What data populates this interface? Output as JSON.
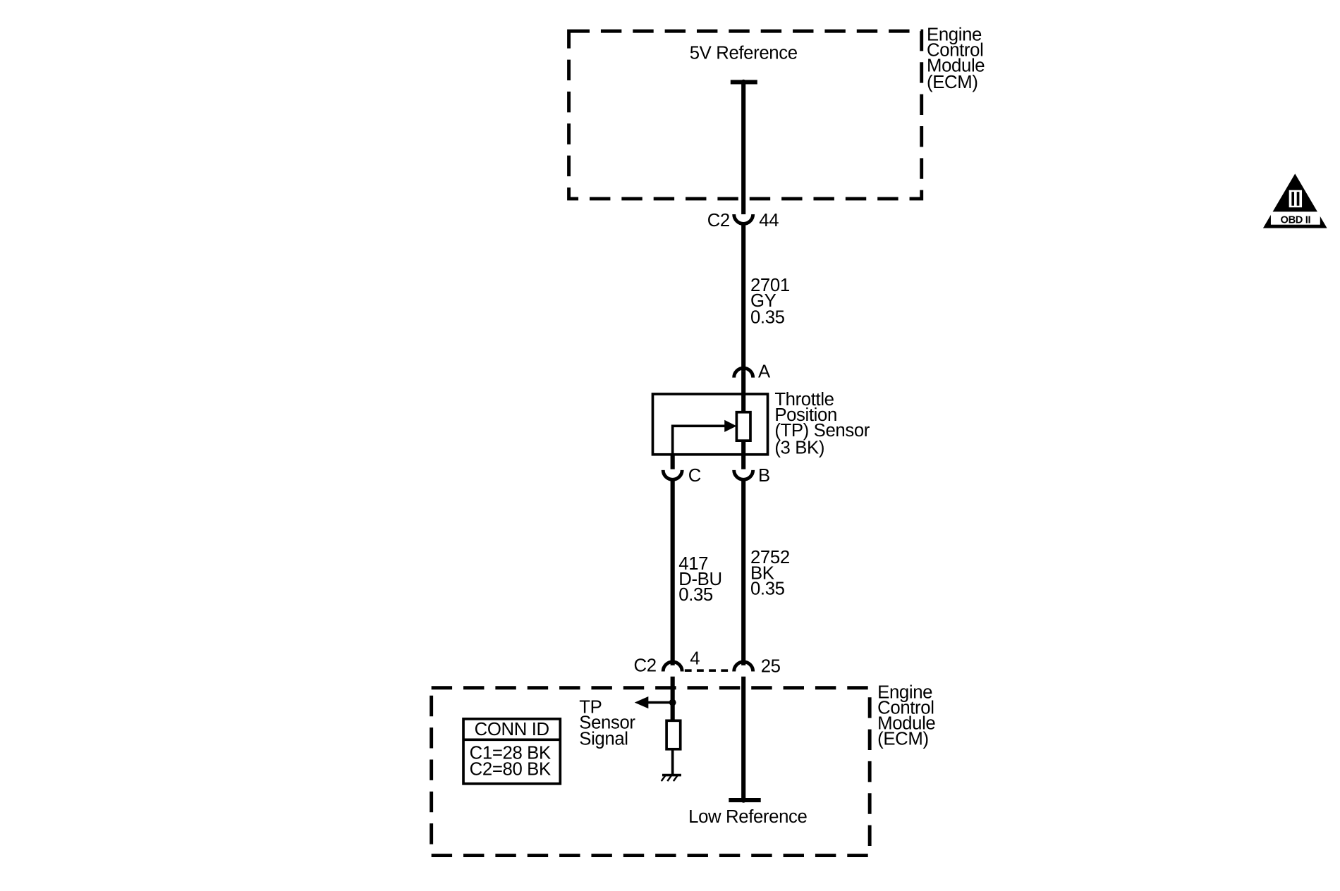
{
  "ecm_top": {
    "title_lines": [
      "Engine",
      "Control",
      "Module",
      "(ECM)"
    ],
    "circuit_label": "5V Reference"
  },
  "connector_c2_top": {
    "name": "C2",
    "pin": "44"
  },
  "wire_5v": {
    "circuit": "2701",
    "color": "GY",
    "size": "0.35"
  },
  "sensor": {
    "title_lines": [
      "Throttle",
      "Position",
      "(TP) Sensor",
      "(3 BK)"
    ],
    "pin_a": "A",
    "pin_b": "B",
    "pin_c": "C"
  },
  "wire_signal": {
    "circuit": "417",
    "color": "D-BU",
    "size": "0.35"
  },
  "wire_low": {
    "circuit": "2752",
    "color": "BK",
    "size": "0.35"
  },
  "connector_c2_bottom": {
    "name": "C2",
    "pin_signal": "4",
    "pin_low": "25"
  },
  "ecm_bottom": {
    "title_lines": [
      "Engine",
      "Control",
      "Module",
      "(ECM)"
    ],
    "signal_lines": [
      "TP",
      "Sensor",
      "Signal"
    ],
    "low_ref_label": "Low Reference"
  },
  "conn_id": {
    "header": "CONN ID",
    "rows": [
      "C1=28 BK",
      "C2=80 BK"
    ]
  },
  "obd_badge": {
    "roman": "II",
    "label": "OBD II"
  }
}
